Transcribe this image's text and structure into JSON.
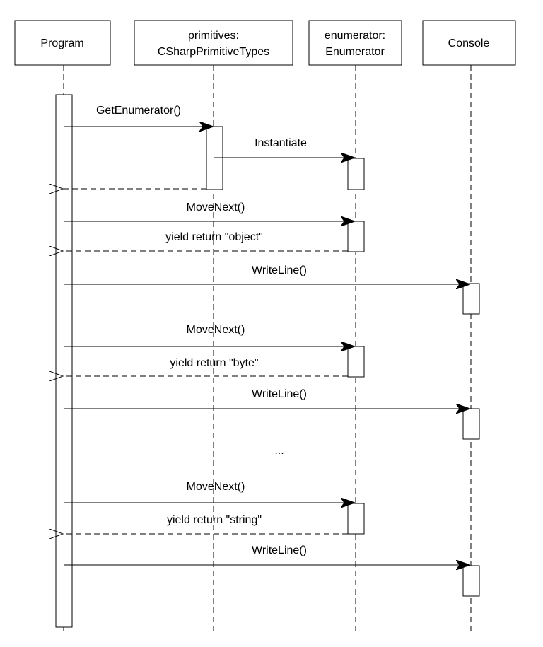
{
  "participants": [
    {
      "id": "program",
      "lines": [
        "Program"
      ]
    },
    {
      "id": "primitives",
      "lines": [
        "primitives:",
        "CSharpPrimitiveTypes"
      ]
    },
    {
      "id": "enumerator",
      "lines": [
        "enumerator:",
        "Enumerator"
      ]
    },
    {
      "id": "console",
      "lines": [
        "Console"
      ]
    }
  ],
  "messages": [
    {
      "from": "program",
      "to": "primitives",
      "kind": "sync",
      "label": "GetEnumerator()"
    },
    {
      "from": "primitives",
      "to": "enumerator",
      "kind": "sync",
      "label": "Instantiate"
    },
    {
      "from": "primitives",
      "to": "program",
      "kind": "return",
      "label": ""
    },
    {
      "from": "program",
      "to": "enumerator",
      "kind": "sync",
      "label": "MoveNext()"
    },
    {
      "from": "enumerator",
      "to": "program",
      "kind": "return",
      "label": "yield return \"object\""
    },
    {
      "from": "program",
      "to": "console",
      "kind": "sync",
      "label": "WriteLine()"
    },
    {
      "from": "program",
      "to": "enumerator",
      "kind": "sync",
      "label": "MoveNext()"
    },
    {
      "from": "enumerator",
      "to": "program",
      "kind": "return",
      "label": "yield return \"byte\""
    },
    {
      "from": "program",
      "to": "console",
      "kind": "sync",
      "label": "WriteLine()"
    },
    {
      "from": "program",
      "to": "enumerator",
      "kind": "sync",
      "label": "MoveNext()"
    },
    {
      "from": "enumerator",
      "to": "program",
      "kind": "return",
      "label": "yield return \"string\""
    },
    {
      "from": "program",
      "to": "console",
      "kind": "sync",
      "label": "WriteLine()"
    }
  ],
  "ellipsis": "..."
}
